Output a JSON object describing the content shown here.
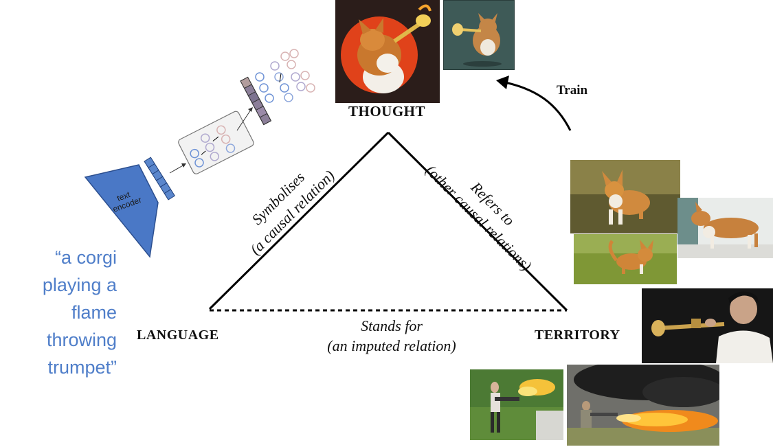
{
  "vertices": {
    "thought": "THOUGHT",
    "language": "LANGUAGE",
    "territory": "TERRITORY"
  },
  "edges": {
    "symbolises": [
      "Symbolises",
      "(a causal relation)"
    ],
    "refers_to": [
      "Refers to",
      "(other causal relations)"
    ],
    "stands_for": [
      "Stands for",
      "(an imputed relation)"
    ]
  },
  "train_label": "Train",
  "prompt": [
    "“a corgi",
    "playing a",
    "flame",
    "throwing",
    "trumpet”"
  ],
  "encoder": {
    "label_line1": "text",
    "label_line2": "encoder"
  },
  "images": {
    "generated": [
      "corgi-trumpet-painting",
      "corgi-trumpet-sketch"
    ],
    "territory": [
      "corgi-photo-1",
      "corgi-photo-2",
      "corgi-photo-3",
      "trumpet-player-photo",
      "flamethrower-photo-1",
      "flamethrower-photo-2"
    ]
  },
  "colors": {
    "encoder": "#4a78c6",
    "prompt_text": "#4f7ec9",
    "node_blue": "#6f93d6",
    "node_pink": "#d8b3b3"
  }
}
